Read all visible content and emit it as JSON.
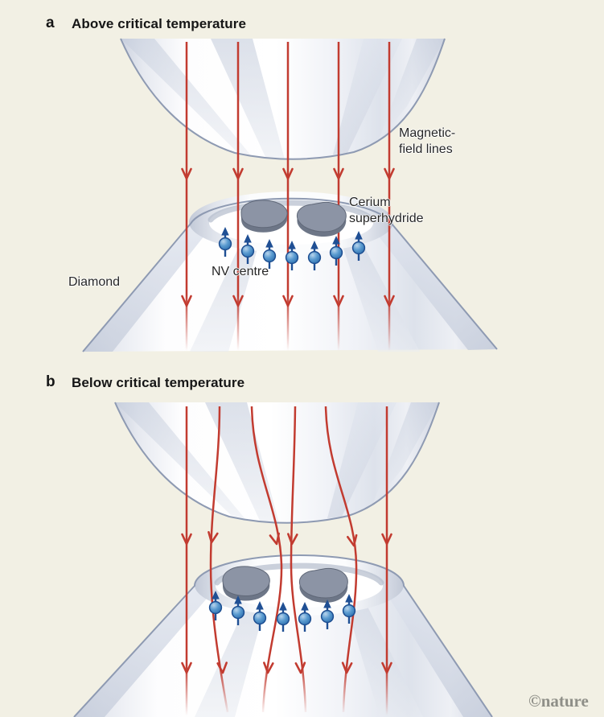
{
  "figure": {
    "panels": [
      {
        "label": "a",
        "title": "Above critical temperature"
      },
      {
        "label": "b",
        "title": "Below critical temperature"
      }
    ],
    "annotations": {
      "magnetic_field_lines": "Magnetic-field lines",
      "cerium_superhydride": "Cerium superhydride",
      "nv_centre": "NV centre",
      "diamond": "Diamond"
    },
    "credit": "©nature",
    "colors": {
      "background": "#f2f0e4",
      "field_line_red": "#c23b30",
      "nv_sphere_blue": "#4a90c8",
      "nv_arrow_navy": "#1f4f94",
      "sample_gray": "#8c94a5",
      "anvil_outline": "#8e9ab2",
      "text": "#161616",
      "credit_gray": "#8f8f88"
    },
    "counts": {
      "panel_a_field_lines": 5,
      "panel_b_field_lines": 6,
      "nv_centres_per_panel": 7,
      "samples_per_panel": 2
    }
  }
}
